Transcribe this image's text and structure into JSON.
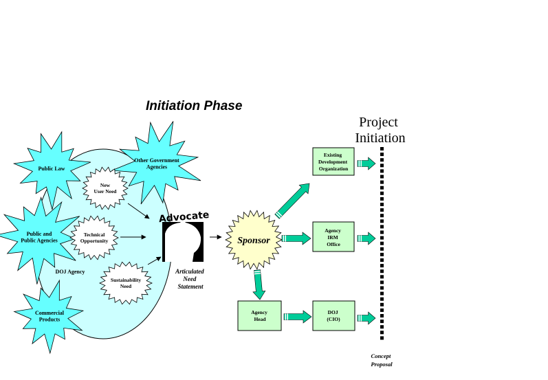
{
  "title": "Initiation Phase",
  "colors": {
    "burst_cyan": "#66ffff",
    "agency_oval": "#ccffff",
    "sponsor_fill": "#ffffcc",
    "box_fill": "#ccffcc",
    "arrow_fill": "#00cc99"
  },
  "external_sources": [
    {
      "lines": [
        "Public Law"
      ]
    },
    {
      "lines": [
        "Other Government",
        "Agencies"
      ]
    },
    {
      "lines": [
        "Public and",
        "Public Agencies"
      ]
    },
    {
      "lines": [
        "Commercial",
        "Products"
      ]
    }
  ],
  "agency_label": "DOJ Agency",
  "needs": [
    {
      "lines": [
        "New",
        "User Need"
      ]
    },
    {
      "lines": [
        "Technical",
        "Opportunity"
      ]
    },
    {
      "lines": [
        "Sustainability",
        "Need"
      ]
    }
  ],
  "advocate": {
    "label": "Advocate",
    "caption": [
      "Articulated",
      "Need",
      "Statement"
    ]
  },
  "sponsor": "Sponsor",
  "boxes": {
    "existing_dev": [
      "Existing",
      "Development",
      "Organization"
    ],
    "irm_office": [
      "Agency",
      "IRM",
      "Office"
    ],
    "agency_head": [
      "Agency",
      "Head"
    ],
    "doj_cio": [
      "DOJ",
      "(CIO)"
    ]
  },
  "milestone": {
    "title": [
      "Project",
      "Initiation"
    ],
    "caption": [
      "Concept",
      "Proposal"
    ]
  }
}
